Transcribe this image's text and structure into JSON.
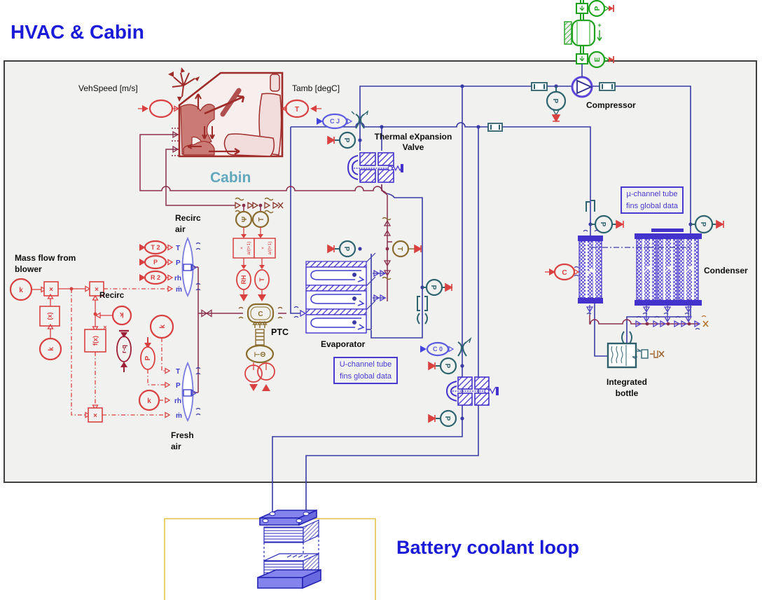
{
  "title": "HVAC & Cabin",
  "section_battery": "Battery coolant loop",
  "labels": {
    "vehspeed": "VehSpeed [m/s]",
    "tamb": "Tamb [degC]",
    "cabin": "Cabin",
    "recirc_air": [
      "Recirc",
      "air"
    ],
    "mass_flow": [
      "Mass flow from",
      "blower"
    ],
    "recirc": "Recirc",
    "fresh_air": [
      "Fresh",
      "air"
    ],
    "ptc": "PTC",
    "evaporator": "Evaporator",
    "txv": [
      "Thermal eXpansion",
      "Valve"
    ],
    "compressor": "Compressor",
    "condenser": "Condenser",
    "bottle": [
      "Integrated",
      "bottle"
    ],
    "u_channel": [
      "U-channel tube",
      "fins global data"
    ],
    "mu_channel": [
      "µ-channel tube",
      "fins global data"
    ]
  },
  "glyphs": {
    "P": "P",
    "T": "T",
    "C": "C",
    "k": "k",
    "E": "E",
    "psi": "Ψ",
    "T2": "T 2",
    "R2": "R 2",
    "CJ": "C J",
    "C0": "C 0",
    "fx": "f(x)",
    "xblock": "(x)",
    "mult": "×",
    "rh_disp": "RH",
    "t_disp": "T",
    "lag": "a/(t+1)",
    "heat": "⊢Θ",
    "rq": "r-q",
    "plus": "+"
  },
  "ports": {
    "T": "T",
    "P": "P",
    "rh": "rh",
    "mdot": "ṁ"
  },
  "colors": {
    "accent_blue": "#1a1ad9",
    "refrigerant": "#3a3aa6",
    "component": "#4333cc",
    "moist_air": "#8b2f4f",
    "signal": "#d94040",
    "thermal": "#8a6d2e",
    "sensor_teal": "#2e6470",
    "mech_green": "#1fa31f",
    "cabin_red": "#9e2b28",
    "cabin_label": "#62a8bd",
    "yellow_frame": "#e6c34a"
  }
}
